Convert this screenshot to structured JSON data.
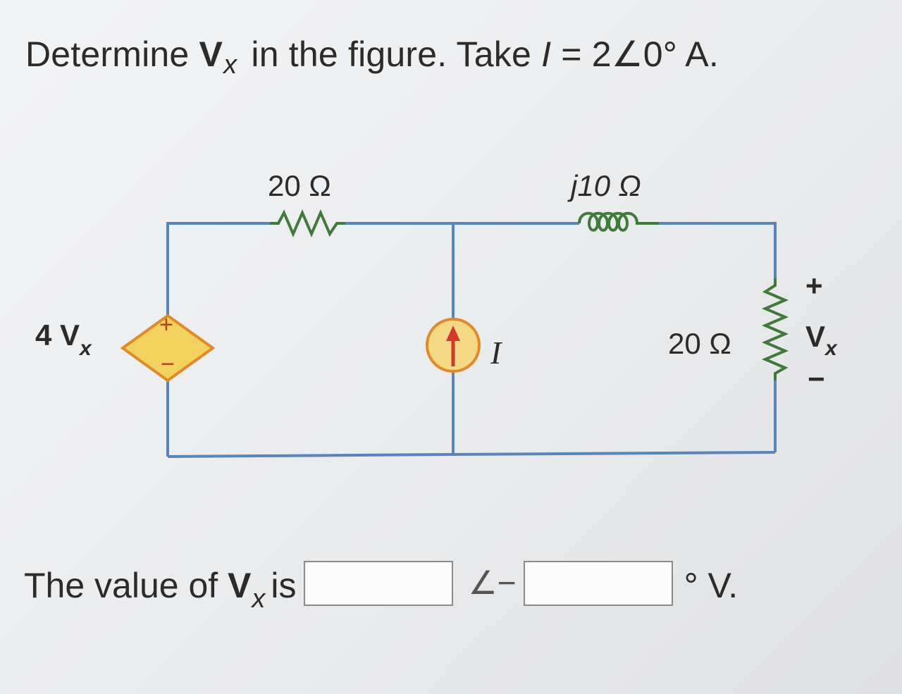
{
  "question": {
    "prefix": "Determine ",
    "var_main": "V",
    "var_sub": "x",
    "middle": " in the figure. Take ",
    "current_sym": "I",
    "suffix": " = 2∠0° A."
  },
  "circuit": {
    "resistor_top_label": "20 Ω",
    "inductor_label": "j10 Ω",
    "resistor_right_label": "20 Ω",
    "dep_source_label_main": "4 V",
    "dep_source_label_sub": "x",
    "current_source_label": "I",
    "vx_plus": "+",
    "vx_label_main": "V",
    "vx_label_sub": "x",
    "vx_minus": "−",
    "source_plus": "+",
    "source_minus": "−",
    "wire_color": "#5b84b8",
    "source_fill": "#f2d15e",
    "source_stroke": "#e08a2a",
    "current_fill": "#f5d884",
    "arrow_color": "#d23a2c"
  },
  "answer": {
    "prefix": "The value of ",
    "var_main": "V",
    "var_sub": "x",
    "is": " is",
    "magnitude_value": "",
    "angle_symbol": "∠−",
    "angle_value": "",
    "unit": "° V."
  }
}
